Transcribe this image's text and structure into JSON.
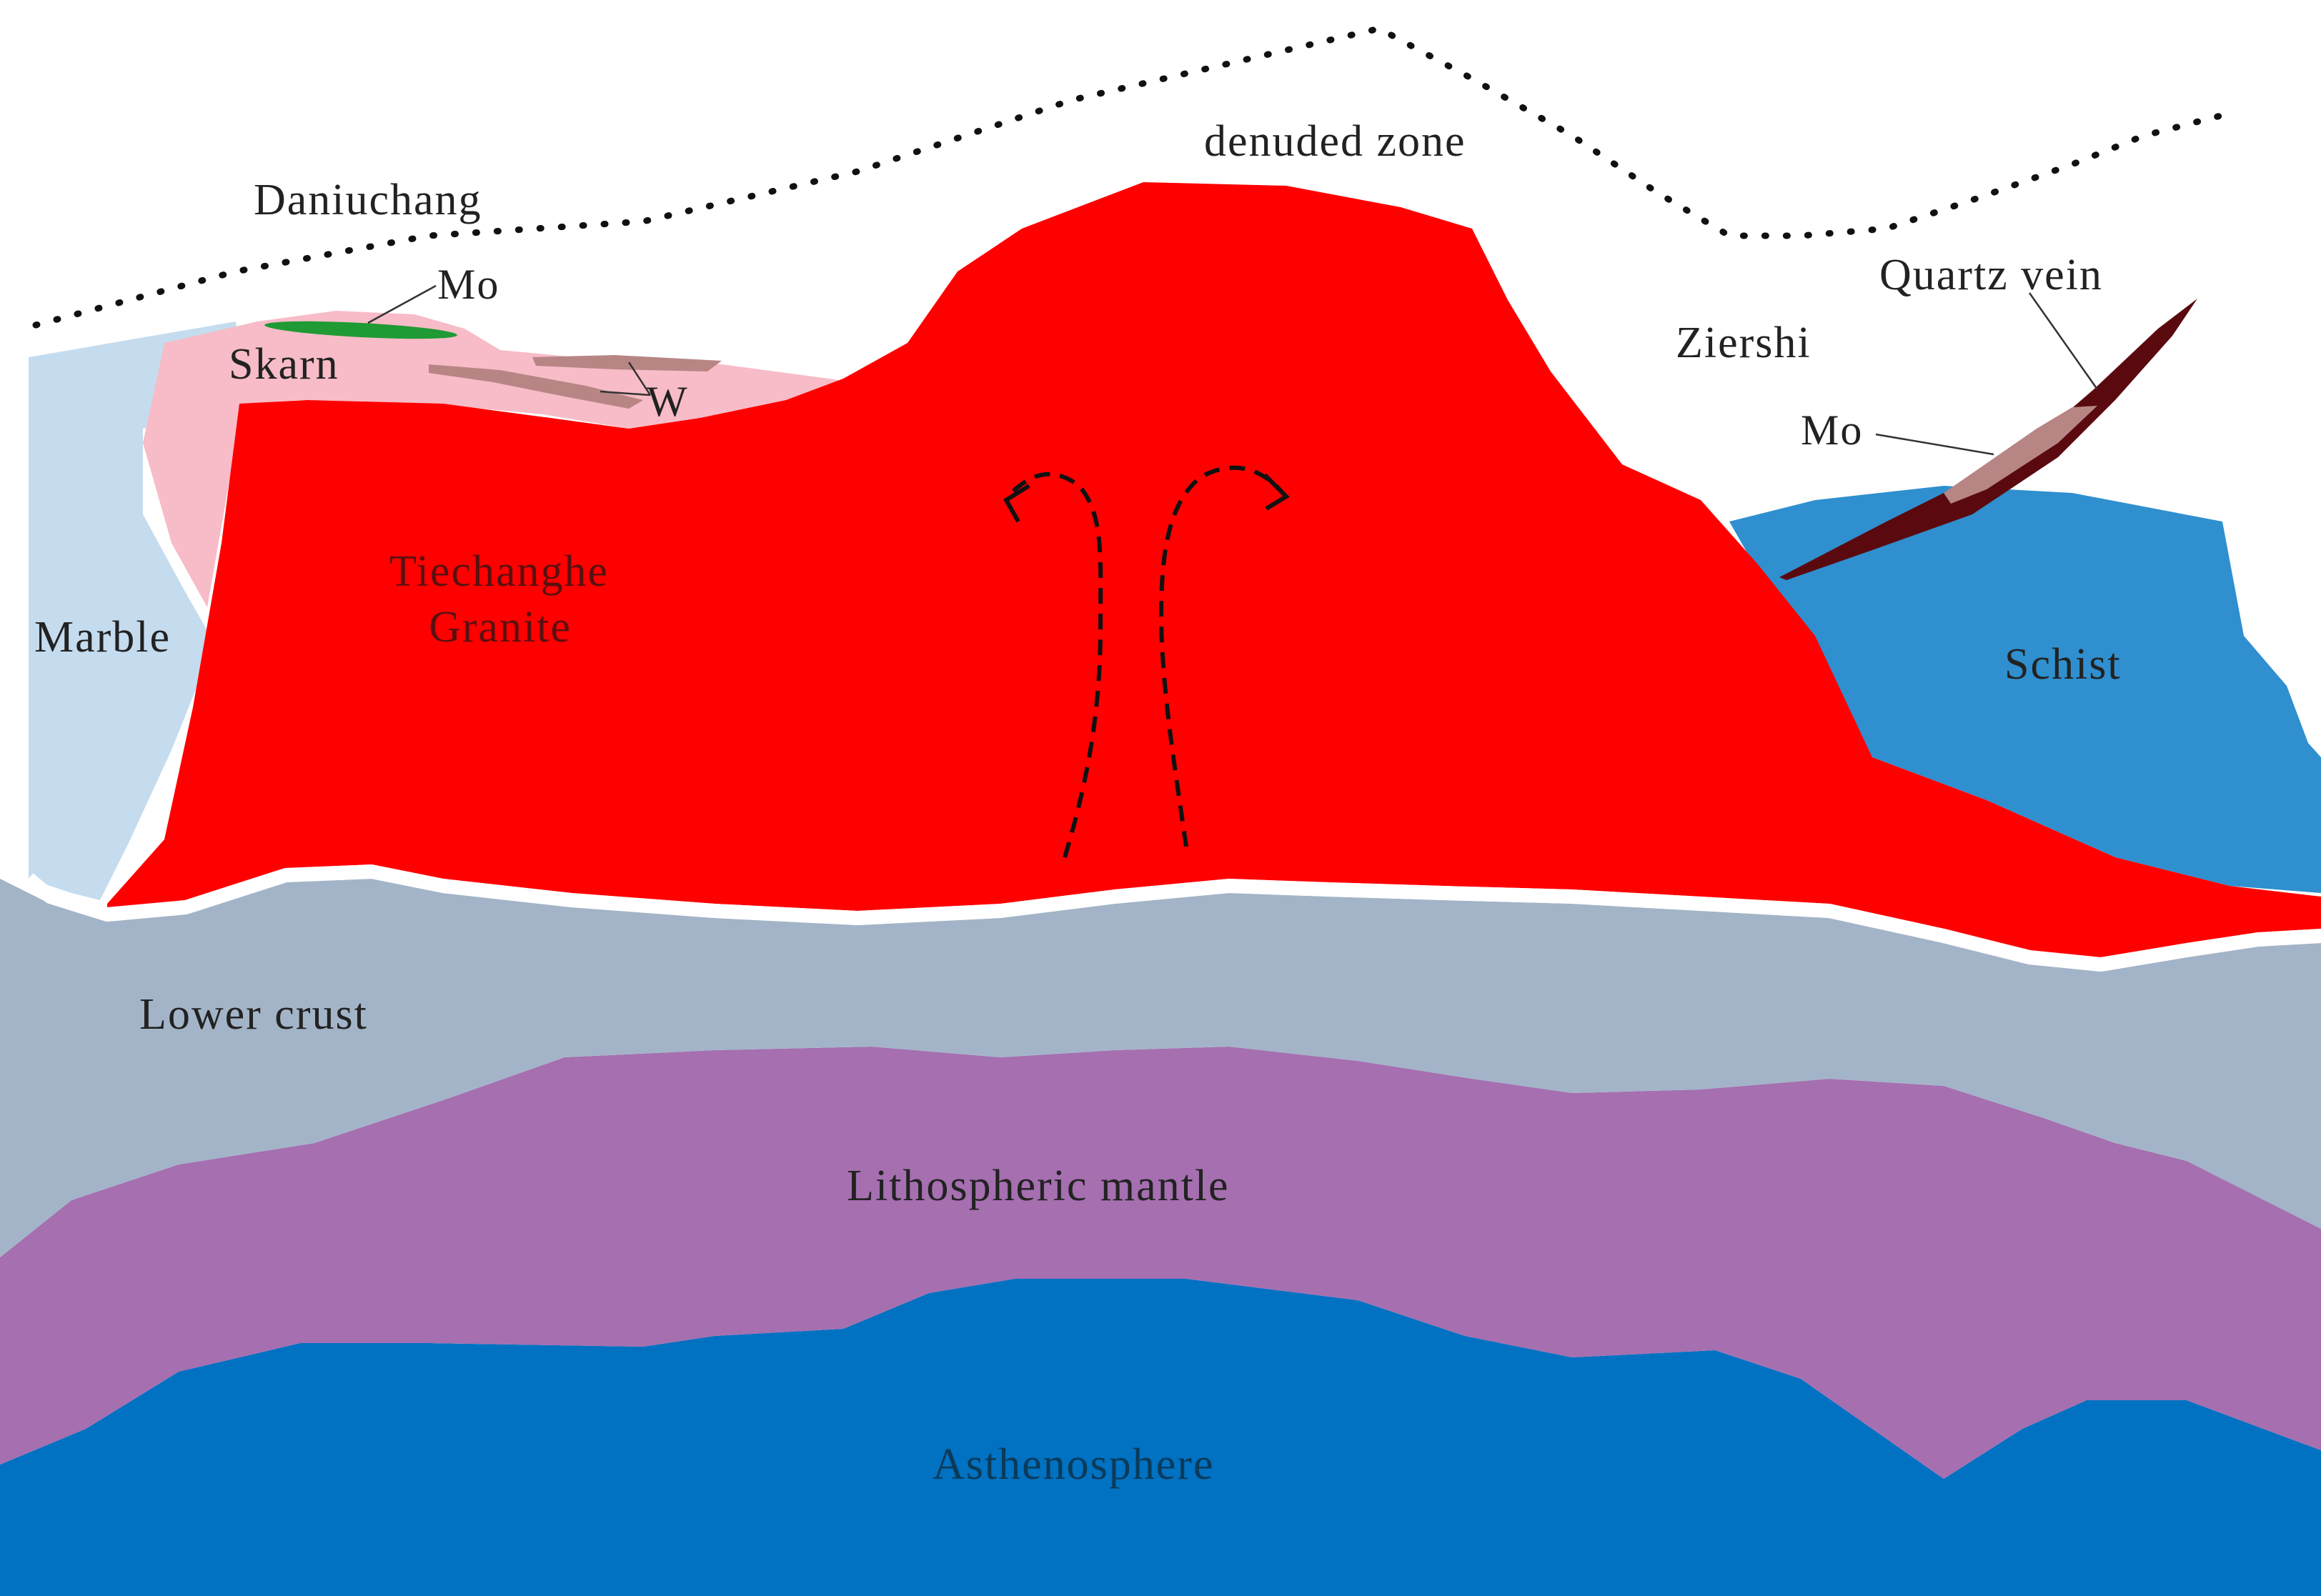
{
  "labels": {
    "daniuchang": "Daniuchang",
    "denuded_zone": "denuded zone",
    "mo_left": "Mo",
    "skarn": "Skarn",
    "w": "W",
    "marble": "Marble",
    "granite_line1": "Tiechanghe",
    "granite_line2": "Granite",
    "ziershi": "Ziershi",
    "quartz_vein": "Quartz vein",
    "mo_right": "Mo",
    "schist": "Schist",
    "lower_crust": "Lower crust",
    "lithospheric_mantle": "Lithospheric mantle",
    "asthenosphere": "Asthenosphere"
  },
  "colors": {
    "granite": "#ff0000",
    "marble": "#c5dcef",
    "skarn": "#f7bcc7",
    "mo_ore": "#1f9a35",
    "w_ore": "#b88585",
    "schist": "#2f8fcf",
    "quartz_vein": "#5a0a0f",
    "mo_vein": "#b88585",
    "lower_crust": "#a3b4c8",
    "lithospheric_mantle": "#a56fb0",
    "asthenosphere": "#0171c1",
    "separator": "#ffffff"
  },
  "arrows": [
    "magma-flow-left-arrow",
    "magma-flow-right-arrow"
  ]
}
